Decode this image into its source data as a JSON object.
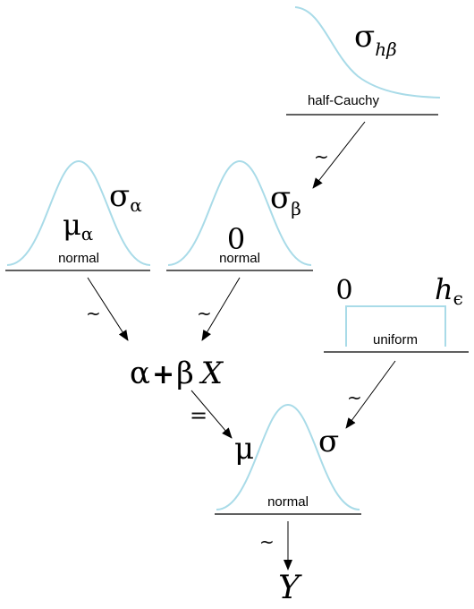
{
  "distributions": {
    "half_cauchy": {
      "label": "half-Cauchy",
      "param": "σ",
      "param_sub": "hβ"
    },
    "normal_alpha": {
      "label": "normal",
      "mean": "μ",
      "mean_sub": "α",
      "sd": "σ",
      "sd_sub": "α"
    },
    "normal_beta": {
      "label": "normal",
      "mean": "0",
      "sd": "σ",
      "sd_sub": "β"
    },
    "uniform": {
      "label": "uniform",
      "low": "0",
      "high": "h",
      "high_sub": "ϵ"
    },
    "normal_y": {
      "label": "normal",
      "mean": "μ",
      "sd": "σ"
    }
  },
  "linear_model": {
    "alpha": "α",
    "plus": "+",
    "beta": "β",
    "x": "X"
  },
  "operators": {
    "tilde": "~",
    "equals": "="
  },
  "outcome": {
    "label": "Y"
  }
}
